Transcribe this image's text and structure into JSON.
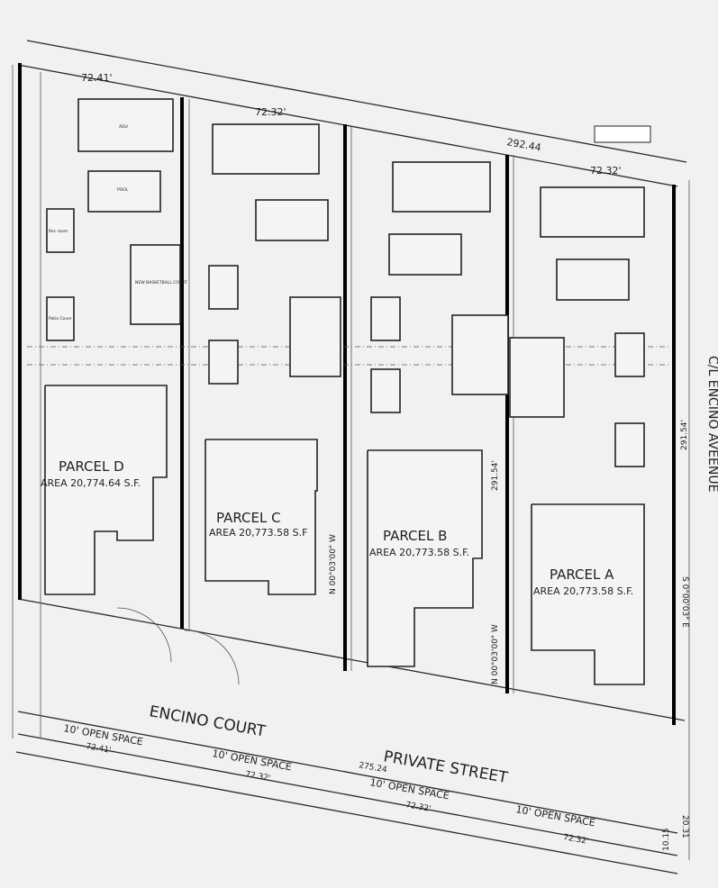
{
  "plan": {
    "top_dims": [
      "72.41'",
      "72.32'",
      "292.44",
      "72.32'"
    ],
    "parcels": [
      {
        "name": "PARCEL D",
        "area": "AREA 20,774.64 S.F."
      },
      {
        "name": "PARCEL C",
        "area": "AREA 20,773.58 S.F"
      },
      {
        "name": "PARCEL B",
        "area": "AREA 20,773.58 S.F."
      },
      {
        "name": "PARCEL A",
        "area": "AREA 20,773.58 S.F."
      }
    ],
    "side_dims": [
      "291.54'",
      "291.54'"
    ],
    "bearings": [
      "N 00°03'00\" W",
      "N 00°03'00\" W",
      "S 0°00'03\" E"
    ],
    "street_names": [
      "ENCINO COURT",
      "PRIVATE STREET"
    ],
    "avenue": "C/L ENCINO AVEENUE",
    "open_space": [
      {
        "label": "10' OPEN SPACE",
        "dim": "72.41'"
      },
      {
        "label": "10' OPEN SPACE",
        "dim": "72.32'"
      },
      {
        "label": "10' OPEN SPACE",
        "dim": "72.32'"
      },
      {
        "label": "10' OPEN SPACE",
        "dim": "72.32'"
      }
    ],
    "frontage": "275.24",
    "end_dims": [
      "10.15",
      "20.31"
    ],
    "structures": {
      "adu": "ADU",
      "pool": "POOL",
      "court": "NEW BASKETBALL COURT",
      "patio": "Patio Cover",
      "rec": "Rec room"
    }
  }
}
